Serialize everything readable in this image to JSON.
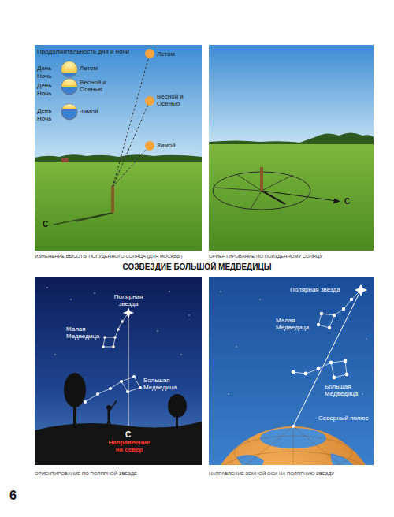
{
  "diagram": {
    "title": "СОЗВЕЗДИЕ БОЛЬШОЙ МЕДВЕДИЦЫ",
    "labels": [
      "Продолжительность дня и ночи",
      "День",
      "Ночь",
      "Летом",
      "День",
      "Ночь",
      "Весной и Осенью",
      "День",
      "Ночь",
      "Зимой",
      "Летом",
      "Весной и Осенью",
      "Зимой",
      "С",
      "ИЗМЕНЕНИЕ ВЫСОТЫ ПОЛУДЕННОГО СОЛНЦА (ДЛЯ МОСКВЫ)",
      "С",
      "ОРИЕНТИРОВАНИЕ ПО ПОЛУДЕННОМУ СОЛНЦУ",
      "Полярная звезда",
      "Малая Медведица",
      "Большая Медведица",
      "С",
      "Направление на север",
      "ОРИЕНТИРОВАНИЕ ПО ПОЛЯРНОЙ ЗВЕЗДЕ",
      "Полярная звезда",
      "Малая Медведица",
      "Большая Медведица",
      "Северный полюс",
      "НАПРАВЛЕНИЕ ЗЕМНОЙ ОСИ НА ПОЛЯРНУЮ ЗВЕЗДУ",
      "6"
    ]
  }
}
